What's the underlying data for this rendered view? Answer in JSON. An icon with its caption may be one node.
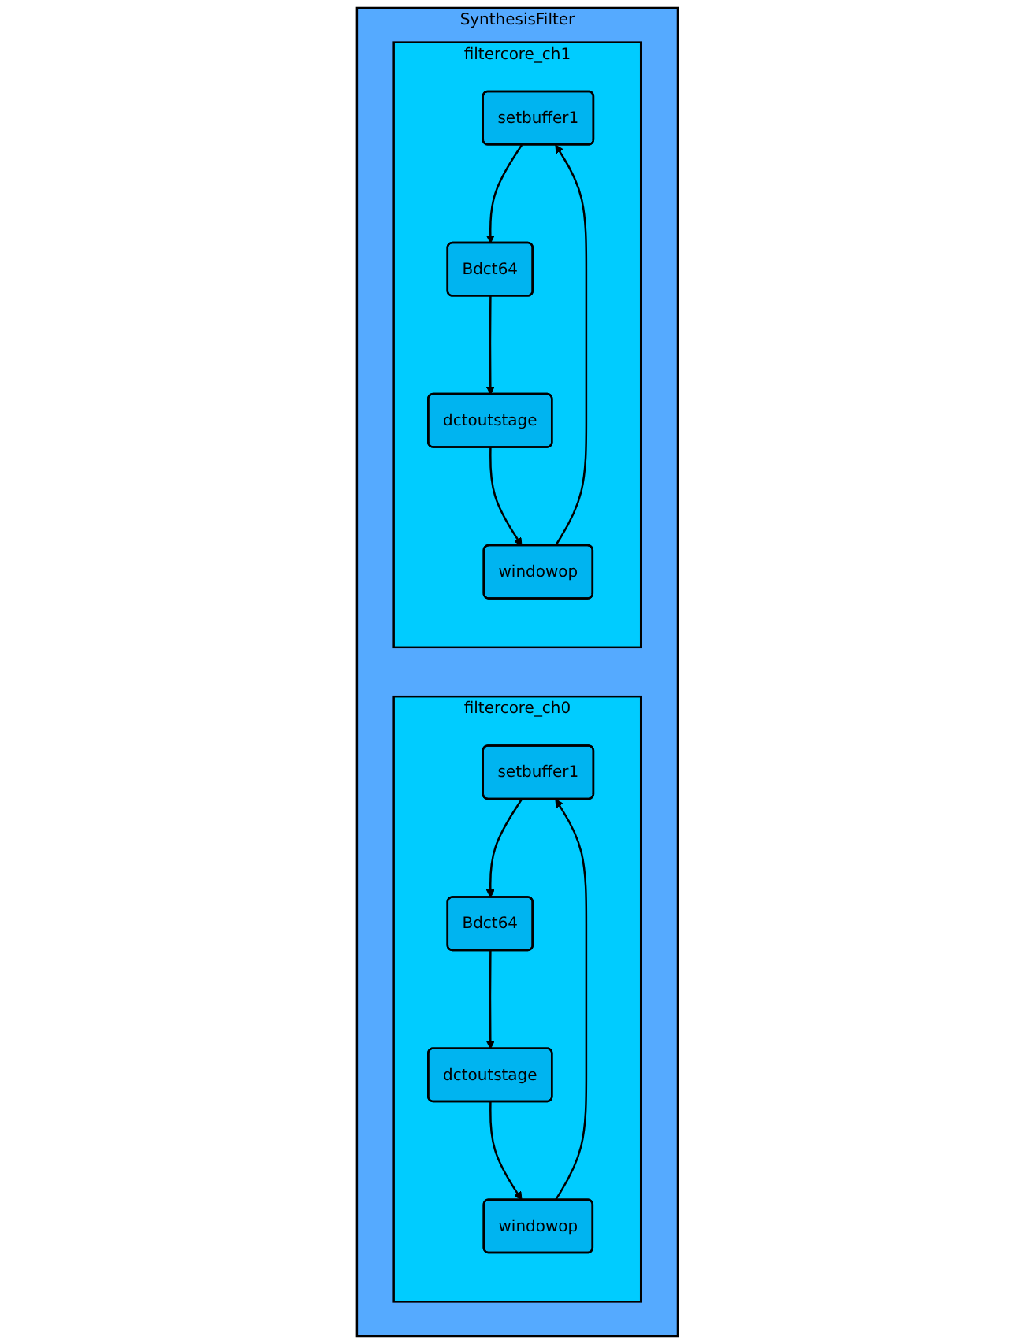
{
  "diagram": {
    "nodes": [
      {
        "text": [
          "SynthesisFilter"
        ]
      },
      {
        "text": [
          "filtercore_ch0"
        ],
        "in": 0
      },
      {
        "text": [
          "setbuffer1"
        ],
        "in": 1
      },
      {
        "text": [
          "Bdct64"
        ],
        "in": 1
      },
      {
        "text": [
          "dctoutstage"
        ],
        "in": 1
      },
      {
        "text": [
          "windowop"
        ],
        "in": 1
      },
      {
        "text": [
          "filtercore_ch1"
        ],
        "in": 0
      },
      {
        "text": [
          "setbuffer1"
        ],
        "in": 6
      },
      {
        "text": [
          "Bdct64"
        ],
        "in": 6
      },
      {
        "text": [
          "dctoutstage"
        ],
        "in": 6
      },
      {
        "text": [
          "windowop"
        ],
        "in": 6
      }
    ],
    "edges": [
      {
        "from": 2,
        "to": 3,
        "arrow": "to"
      },
      {
        "from": 3,
        "to": 4,
        "arrow": "to"
      },
      {
        "from": 4,
        "to": 5,
        "arrow": "to"
      },
      {
        "from": 5,
        "to": 2,
        "arrow": "to"
      },
      {
        "from": 7,
        "to": 8,
        "arrow": "to"
      },
      {
        "from": 8,
        "to": 9,
        "arrow": "to"
      },
      {
        "from": 9,
        "to": 10,
        "arrow": "to"
      },
      {
        "from": 10,
        "to": 7,
        "arrow": "to"
      }
    ]
  }
}
